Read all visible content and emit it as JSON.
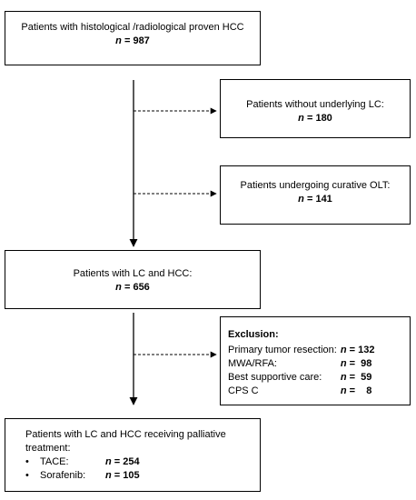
{
  "boxes": {
    "total": {
      "label": "Patients with histological /radiological proven HCC",
      "n_prefix": "n",
      "n_value": "= 987"
    },
    "no_lc": {
      "label": "Patients without underlying LC:",
      "n_prefix": "n",
      "n_value": "= 180"
    },
    "olt": {
      "label": "Patients undergoing curative OLT:",
      "n_prefix": "n",
      "n_value": "= 141"
    },
    "lc_hcc": {
      "label": "Patients with LC and HCC:",
      "n_prefix": "n",
      "n_value": "= 656"
    },
    "exclusion": {
      "title": "Exclusion:",
      "rows": [
        {
          "label": "Primary tumor resection:",
          "n_prefix": "n",
          "value": "= 132"
        },
        {
          "label": "MWA/RFA:",
          "n_prefix": "n",
          "value": "=  98"
        },
        {
          "label": "Best supportive care:",
          "n_prefix": "n",
          "value": "=  59"
        },
        {
          "label": "CPS C",
          "n_prefix": "n",
          "value": "=    8"
        }
      ]
    },
    "palliative": {
      "label_line1": "Patients with LC and HCC receiving palliative",
      "label_line2": "treatment:",
      "bullet": "•",
      "items": [
        {
          "label": "TACE:",
          "n_prefix": "n",
          "value": "= 254"
        },
        {
          "label": "Sorafenib:",
          "n_prefix": "n",
          "value": "= 105"
        }
      ]
    }
  }
}
